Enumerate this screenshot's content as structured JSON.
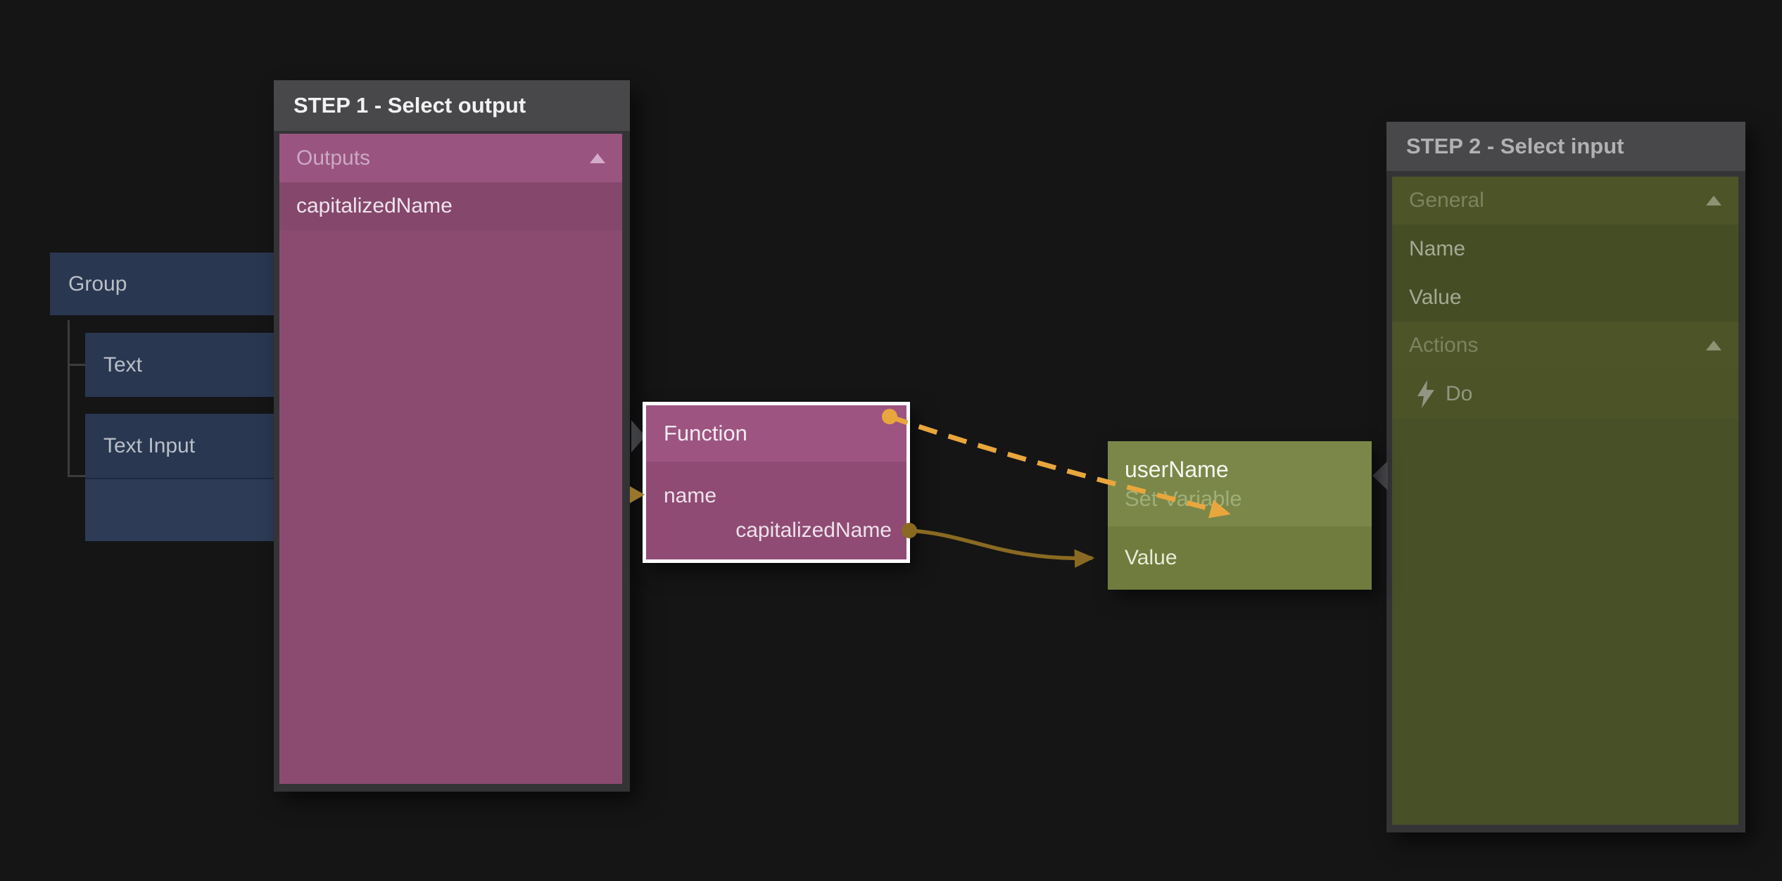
{
  "step1_panel": {
    "title": "STEP 1 - Select output",
    "section_header": "Outputs",
    "selected_output": "capitalizedName"
  },
  "component_tree": {
    "group": "Group",
    "text": "Text",
    "text_input": "Text Input"
  },
  "function_node": {
    "title": "Function",
    "input_port": "name",
    "output_port": "capitalizedName"
  },
  "variable_node": {
    "title": "userName",
    "subtitle": "Set Variable",
    "input_port": "Value"
  },
  "step2_panel": {
    "title": "STEP 2 - Select input",
    "general_header": "General",
    "name_item": "Name",
    "value_item": "Value",
    "actions_header": "Actions",
    "do_item": "Do"
  },
  "icons": {
    "collapse": "triangle-up",
    "do": "lightning-bolt",
    "function_input": "arrow-right-port",
    "output_port": "circle-port",
    "panel_pointer": "triangle-pointer"
  },
  "colors": {
    "background": "#151515",
    "panel_frame": "#343437",
    "panel_titlebar": "#48484b",
    "step1_body": "#8b4b71",
    "step1_header_row": "#9a5480",
    "step1_selected_row": "#85476c",
    "step2_body": "#485027",
    "step2_header_row": "#4d5428",
    "step2_item_row": "#454d24",
    "component_node": "#2a3750",
    "function_header": "#9d5481",
    "function_body": "#8f4b74",
    "variable_header": "#7b8749",
    "variable_body": "#6f7c3d",
    "wire_signal": "#e9a63d",
    "wire_data": "#8a6a22"
  }
}
